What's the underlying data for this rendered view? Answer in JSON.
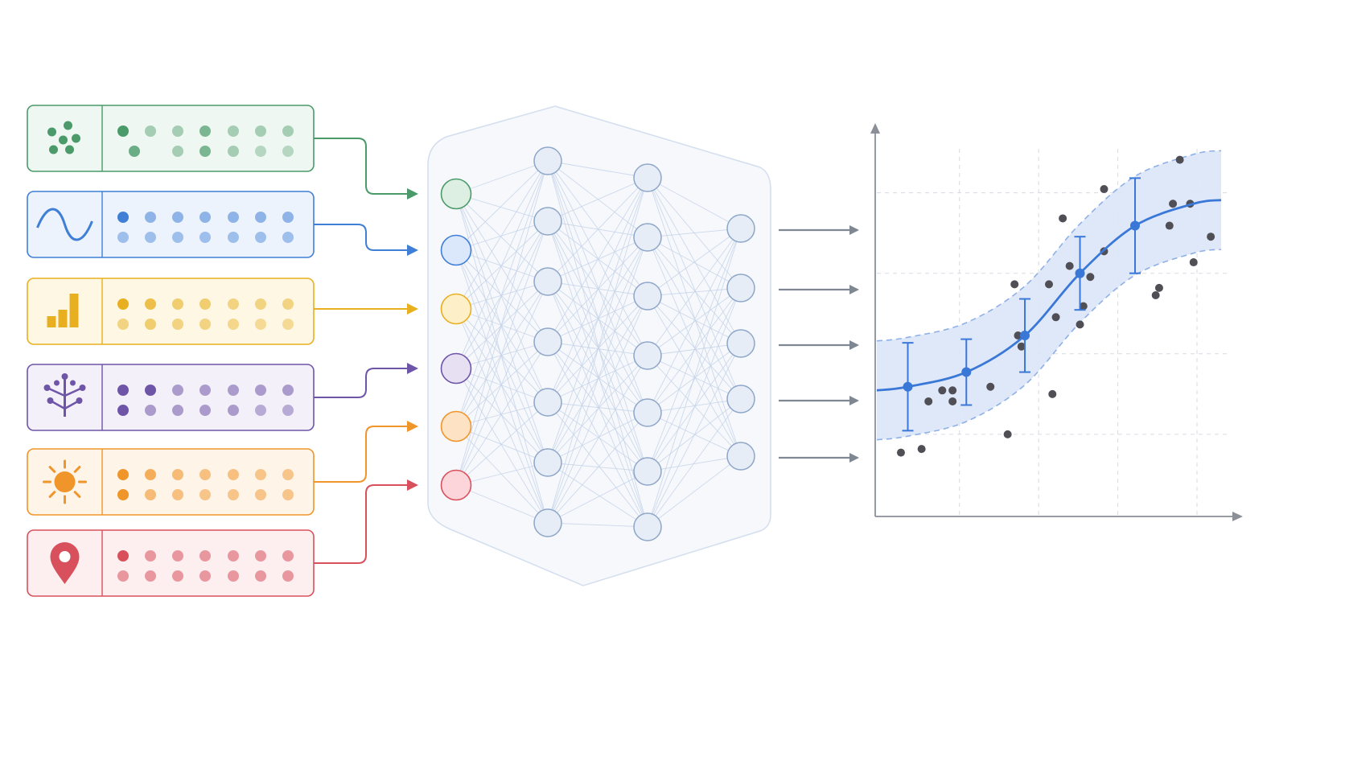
{
  "inputs": [
    {
      "id": "clusters",
      "icon": "scatter-clusters-icon",
      "color": "#4a9a6a",
      "fill": "#eef7f1",
      "dot_opacity": [
        [
          1,
          0.45,
          0.45,
          0.7,
          0.45,
          0.45,
          0.45
        ],
        [
          null,
          0.8,
          0.45,
          0.7,
          0.45,
          0.35,
          0.35
        ]
      ]
    },
    {
      "id": "wave",
      "icon": "sine-wave-icon",
      "color": "#3f7fd6",
      "fill": "#edf3fc",
      "dot_opacity": [
        [
          1,
          0.55,
          0.55,
          0.55,
          0.55,
          0.55,
          0.55
        ],
        [
          0.45,
          0.45,
          0.45,
          0.45,
          0.45,
          0.45,
          0.45
        ]
      ]
    },
    {
      "id": "bars",
      "icon": "bar-chart-icon",
      "color": "#e8b020",
      "fill": "#fdf7e3",
      "dot_opacity": [
        [
          1,
          0.8,
          0.6,
          0.6,
          0.5,
          0.5,
          0.5
        ],
        [
          0.5,
          0.6,
          0.5,
          0.5,
          0.45,
          0.4,
          0.4
        ]
      ]
    },
    {
      "id": "tree",
      "icon": "tree-icon",
      "color": "#6e55a8",
      "fill": "#f3f0f9",
      "dot_opacity": [
        [
          1,
          1,
          0.55,
          0.55,
          0.55,
          0.55,
          0.55
        ],
        [
          1,
          0.55,
          0.55,
          0.55,
          0.55,
          0.45,
          0.45
        ]
      ]
    },
    {
      "id": "sun",
      "icon": "sun-icon",
      "color": "#f0952a",
      "fill": "#fef4e8",
      "dot_opacity": [
        [
          1,
          0.75,
          0.6,
          0.55,
          0.55,
          0.5,
          0.5
        ],
        [
          1,
          0.6,
          0.55,
          0.5,
          0.5,
          0.5,
          0.5
        ]
      ]
    },
    {
      "id": "location",
      "icon": "location-pin-icon",
      "color": "#d9505d",
      "fill": "#fdeef0",
      "dot_opacity": [
        [
          1,
          0.55,
          0.55,
          0.55,
          0.55,
          0.55,
          0.55
        ],
        [
          0.55,
          0.55,
          0.55,
          0.55,
          0.55,
          0.55,
          0.55
        ]
      ]
    }
  ],
  "network": {
    "layer_sizes": [
      6,
      7,
      7,
      5
    ],
    "input_colors": [
      "#4a9a6a",
      "#3f7fd6",
      "#e8b020",
      "#6e55a8",
      "#f0952a",
      "#d9505d"
    ],
    "input_fills": [
      "#dcefe2",
      "#dbe7fb",
      "#fdf0c8",
      "#e6e0f2",
      "#fde2c4",
      "#fbd5da"
    ],
    "hidden_stroke": "#8ea6c8",
    "hidden_fill": "#e7edf6",
    "edge_color": "#c5d3e8",
    "container_stroke": "#d3deee",
    "container_fill": "#f6f8fc",
    "output_arrow_color": "#7f8792"
  },
  "chart_data": {
    "type": "scatter",
    "title": "",
    "xlabel": "",
    "ylabel": "",
    "xlim": [
      0,
      10
    ],
    "ylim": [
      0,
      10
    ],
    "grid": true,
    "points": [
      [
        0.7,
        1.7
      ],
      [
        1.3,
        1.8
      ],
      [
        1.5,
        3.1
      ],
      [
        1.9,
        3.4
      ],
      [
        2.2,
        3.1
      ],
      [
        2.2,
        3.4
      ],
      [
        3.3,
        3.5
      ],
      [
        3.8,
        2.2
      ],
      [
        4.2,
        4.6
      ],
      [
        4.1,
        4.9
      ],
      [
        4.0,
        6.3
      ],
      [
        5.0,
        6.3
      ],
      [
        5.2,
        5.4
      ],
      [
        5.1,
        3.3
      ],
      [
        5.6,
        6.8
      ],
      [
        5.4,
        8.1
      ],
      [
        5.9,
        5.2
      ],
      [
        6.0,
        5.7
      ],
      [
        6.2,
        6.5
      ],
      [
        6.6,
        7.2
      ],
      [
        6.6,
        8.9
      ],
      [
        8.1,
        6.0
      ],
      [
        8.2,
        6.2
      ],
      [
        8.5,
        7.9
      ],
      [
        8.6,
        8.5
      ],
      [
        8.8,
        9.7
      ],
      [
        9.1,
        8.5
      ],
      [
        9.2,
        6.9
      ],
      [
        9.7,
        7.6
      ]
    ],
    "fit": {
      "x": [
        0,
        0.9,
        2.6,
        4.3,
        5.9,
        7.5,
        9.2,
        10
      ],
      "y": [
        3.4,
        3.5,
        3.9,
        4.9,
        6.6,
        7.9,
        8.5,
        8.6
      ],
      "band": 1.35
    },
    "error_bars": [
      {
        "x": 0.9,
        "y": 3.5,
        "err": 1.2
      },
      {
        "x": 2.6,
        "y": 3.9,
        "err": 0.9
      },
      {
        "x": 4.3,
        "y": 4.9,
        "err": 1.0
      },
      {
        "x": 5.9,
        "y": 6.6,
        "err": 1.0
      },
      {
        "x": 7.5,
        "y": 7.9,
        "err": 1.3
      }
    ],
    "colors": {
      "fit": "#3a78d8",
      "band": "#dbe6f8",
      "band_edge": "#8eb0e6",
      "points": "#4f4f55",
      "axis": "#8a8f98",
      "grid": "#d7dbe2"
    }
  }
}
